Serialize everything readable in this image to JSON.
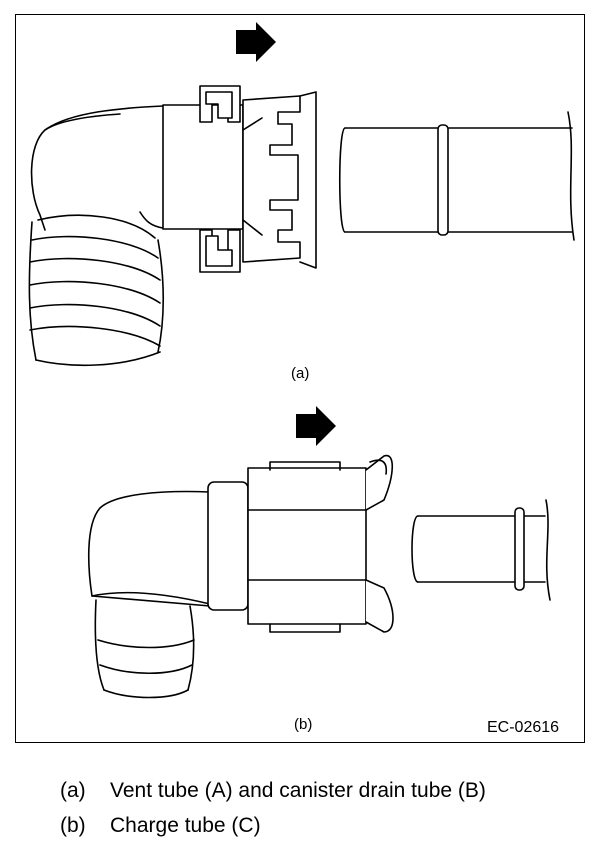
{
  "figure": {
    "panel_a_label": "(a)",
    "panel_b_label": "(b)",
    "figure_code": "EC-02616",
    "arrow_icon": "right-arrow-icon"
  },
  "legend": [
    {
      "key": "(a)",
      "text": "Vent tube (A) and canister drain tube (B)"
    },
    {
      "key": "(b)",
      "text": "Charge tube (C)"
    }
  ]
}
